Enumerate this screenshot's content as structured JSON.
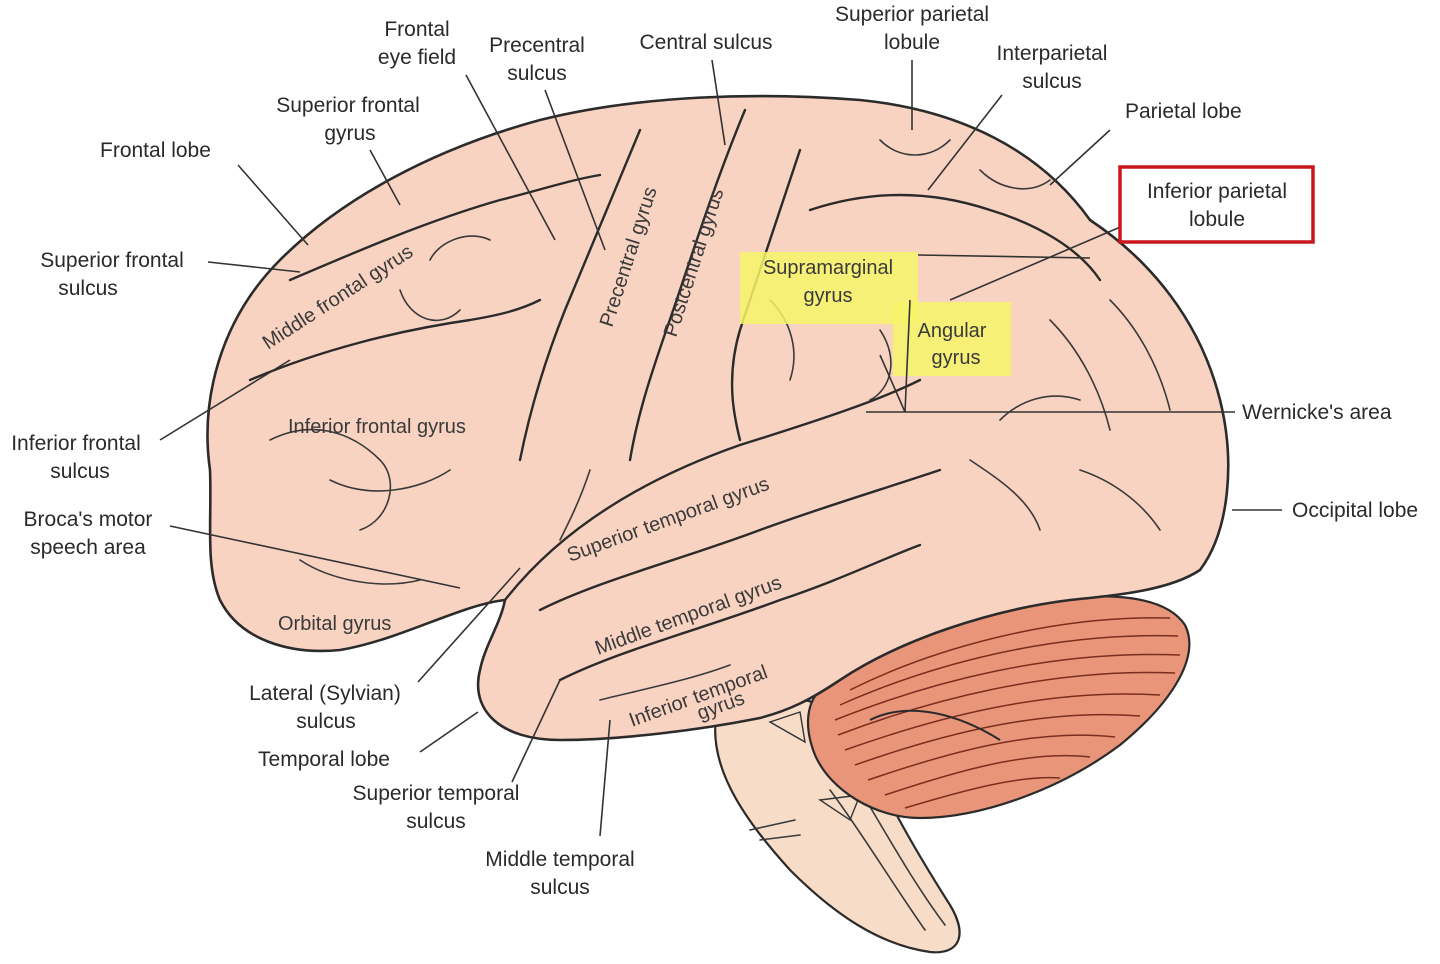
{
  "labels": {
    "frontal_eye_field": [
      "Frontal",
      "eye field"
    ],
    "precentral_sulcus": [
      "Precentral",
      "sulcus"
    ],
    "central_sulcus": "Central sulcus",
    "superior_parietal_lobule": [
      "Superior parietal",
      "lobule"
    ],
    "interparietal_sulcus": [
      "Interparietal",
      "sulcus"
    ],
    "parietal_lobe": "Parietal lobe",
    "superior_frontal_gyrus": [
      "Superior frontal",
      "gyrus"
    ],
    "frontal_lobe": "Frontal lobe",
    "superior_frontal_sulcus": [
      "Superior frontal",
      "sulcus"
    ],
    "inferior_frontal_sulcus": [
      "Inferior frontal",
      "sulcus"
    ],
    "brocas_area": [
      "Broca's motor",
      "speech area"
    ],
    "lateral_sulcus": [
      "Lateral (Sylvian)",
      "sulcus"
    ],
    "temporal_lobe": "Temporal lobe",
    "superior_temporal_sulcus": [
      "Superior temporal",
      "sulcus"
    ],
    "middle_temporal_sulcus": [
      "Middle temporal",
      "sulcus"
    ],
    "wernickes_area": "Wernicke's area",
    "occipital_lobe": "Occipital lobe",
    "inferior_parietal_lobule": [
      "Inferior parietal",
      "lobule"
    ]
  },
  "inner_labels": {
    "middle_frontal_gyrus": "Middle frontal gyrus",
    "precentral_gyrus": "Precentral gyrus",
    "postcentral_gyrus": "Postcentral gyrus",
    "supramarginal_gyrus": [
      "Supramarginal",
      "gyrus"
    ],
    "angular_gyrus": [
      "Angular",
      "gyrus"
    ],
    "inferior_frontal_gyrus": "Inferior frontal gyrus",
    "superior_temporal_gyrus": "Superior temporal gyrus",
    "middle_temporal_gyrus": "Middle temporal gyrus",
    "inferior_temporal_gyrus": [
      "Inferior temporal",
      "gyrus"
    ],
    "orbital_gyrus": "Orbital gyrus"
  },
  "colors": {
    "cortex": "#f9d3c2",
    "cerebellum": "#e8957a",
    "brainstem": "#f7dcc8",
    "highlight": "#f7f56a",
    "box": "#c8161d"
  }
}
